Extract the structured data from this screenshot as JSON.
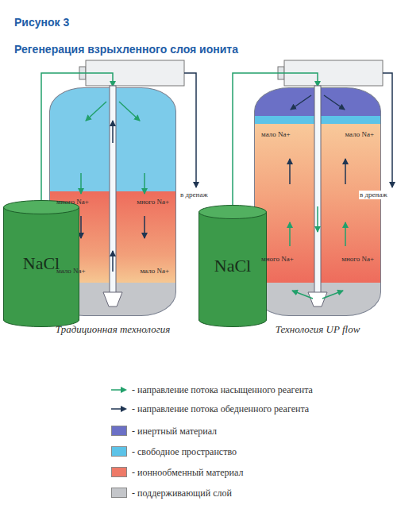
{
  "diagram": {
    "title": "Рисунок 3",
    "nodes": [
      {
        "text": [
          "Традиционная технология"
        ]
      },
      {
        "text": [
          "много Na+",
          "много Na+",
          "мало Na+",
          "мало Na+"
        ],
        "in": 0
      },
      {
        "text": [
          "NaCl"
        ]
      },
      {
        "text": [
          "Технология UP flow"
        ]
      },
      {
        "text": [
          "мало Na+",
          "мало Na+",
          "много Na+",
          "много Na+"
        ],
        "in": 3
      },
      {
        "text": [
          "NaCl"
        ]
      }
    ],
    "edges": [
      {
        "from": 2,
        "to": 0,
        "arrow": "to"
      },
      {
        "from": 5,
        "to": 3,
        "arrow": "to"
      }
    ],
    "labels": [
      "Регенерация взрыхленного слоя ионита",
      "в дренаж",
      "в дренаж"
    ],
    "legend": [
      {
        "text": "- направление потока насыщенного реагента"
      },
      {
        "text": "- направление потока обедненного реагента"
      },
      {
        "text": "- инертный материал",
        "color": "#6b70c6"
      },
      {
        "text": "- свободное пространство",
        "color": "#5cc3e8"
      },
      {
        "text": "- ионнообменный материал",
        "color": "#ee7a68"
      },
      {
        "text": "- поддерживающий слой",
        "color": "#c4c6ca"
      }
    ]
  }
}
